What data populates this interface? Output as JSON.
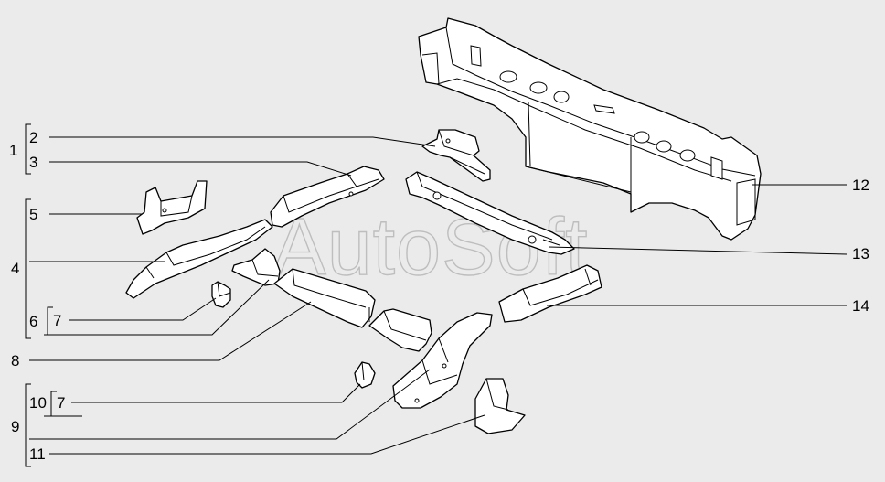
{
  "watermark": "AutoSoft",
  "callouts": {
    "c1": "1",
    "c2": "2",
    "c3": "3",
    "c4": "4",
    "c5": "5",
    "c6": "6",
    "c7a": "7",
    "c7b": "7",
    "c8": "8",
    "c9": "9",
    "c10": "10",
    "c11": "11",
    "c12": "12",
    "c13": "13",
    "c14": "14"
  }
}
